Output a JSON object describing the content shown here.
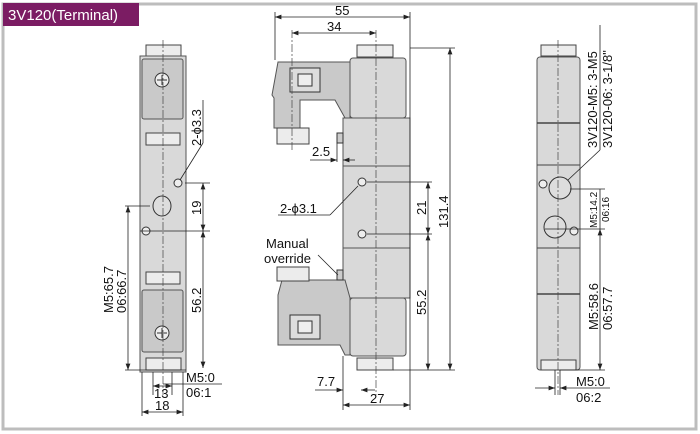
{
  "title": "3V120(Terminal)",
  "colors": {
    "title_bg": "#7b1c63",
    "body": "#d9d9d9"
  },
  "left_view": {
    "hole_label": "2-ϕ3.3",
    "dim_19": "19",
    "dim_56_2": "56.2",
    "dim_len_m5": "M5:65.7",
    "dim_len_06": "06:66.7",
    "dim_13": "13",
    "dim_18": "18",
    "offset_m5": "M5:0",
    "offset_06": "06:1"
  },
  "middle_view": {
    "dim_55": "55",
    "dim_34": "34",
    "dim_2_5": "2.5",
    "hole_label": "2-ϕ3.1",
    "dim_21": "21",
    "dim_131_4": "131.4",
    "manual_1": "Manual",
    "manual_2": "override",
    "dim_55_2": "55.2",
    "dim_7_7": "7.7",
    "dim_27": "27"
  },
  "right_view": {
    "port_m5": "3V120-M5:  3-M5",
    "port_06": "3V120-06:  3-1/8\"",
    "pitch_m5": "M5:14.2",
    "pitch_06": "06:16",
    "len_m5": "M5:58.6",
    "len_06": "06:57.7",
    "offset_m5": "M5:0",
    "offset_06": "06:2"
  }
}
